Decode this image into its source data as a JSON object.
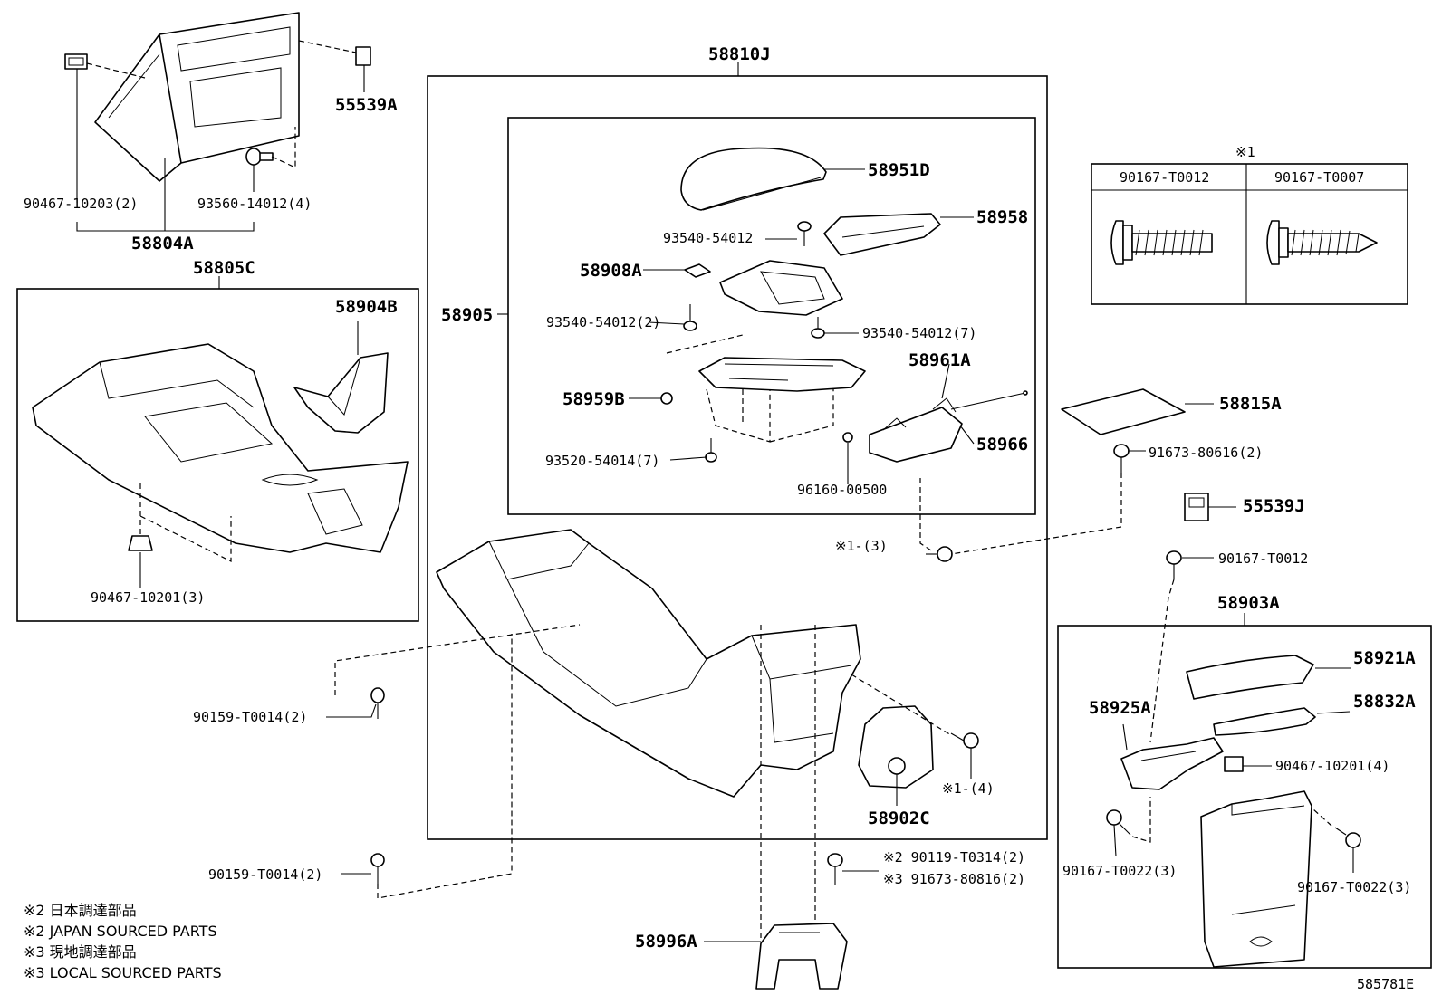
{
  "callouts": {
    "p58810J": "58810J",
    "p55539A": "55539A",
    "p90467_10203": "90467-10203(2)",
    "p93560_14012": "93560-14012(4)",
    "p58804A": "58804A",
    "p58805C": "58805C",
    "p58904B": "58904B",
    "p90467_10201_left": "90467-10201(3)",
    "p58951D": "58951D",
    "p58958": "58958",
    "p93540_54012": "93540-54012",
    "p58908A": "58908A",
    "p58905": "58905",
    "p93540_54012_2": "93540-54012(2)",
    "p93540_54012_7": "93540-54012(7)",
    "p58961A": "58961A",
    "p58959B": "58959B",
    "p58966": "58966",
    "p93520_54014": "93520-54014(7)",
    "p96160_00500": "96160-00500",
    "p_x1_3": "※1-(3)",
    "p58815A": "58815A",
    "p91673_80616": "91673-80616(2)",
    "p55539J": "55539J",
    "p90167_T0012": "90167-T0012",
    "p58903A": "58903A",
    "p58921A": "58921A",
    "p58832A": "58832A",
    "p58925A": "58925A",
    "p90467_10201_right": "90467-10201(4)",
    "p90159_T0014_a": "90159-T0014(2)",
    "p90159_T0014_b": "90159-T0014(2)",
    "p_x1_4": "※1-(4)",
    "p58902C": "58902C",
    "p90167_T0022_a": "90167-T0022(3)",
    "p90167_T0022_b": "90167-T0022(3)",
    "p90119_T0314": "※2 90119-T0314(2)",
    "p91673_80816": "※3 91673-80816(2)",
    "p58996A": "58996A"
  },
  "screw_table": {
    "mark": "※1",
    "col1": "90167-T0012",
    "col2": "90167-T0007"
  },
  "notes": [
    "※2 日本調達部品",
    "※2 JAPAN SOURCED PARTS",
    "※3 現地調達部品",
    "※3 LOCAL SOURCED PARTS"
  ],
  "diagram_id": "585781E"
}
